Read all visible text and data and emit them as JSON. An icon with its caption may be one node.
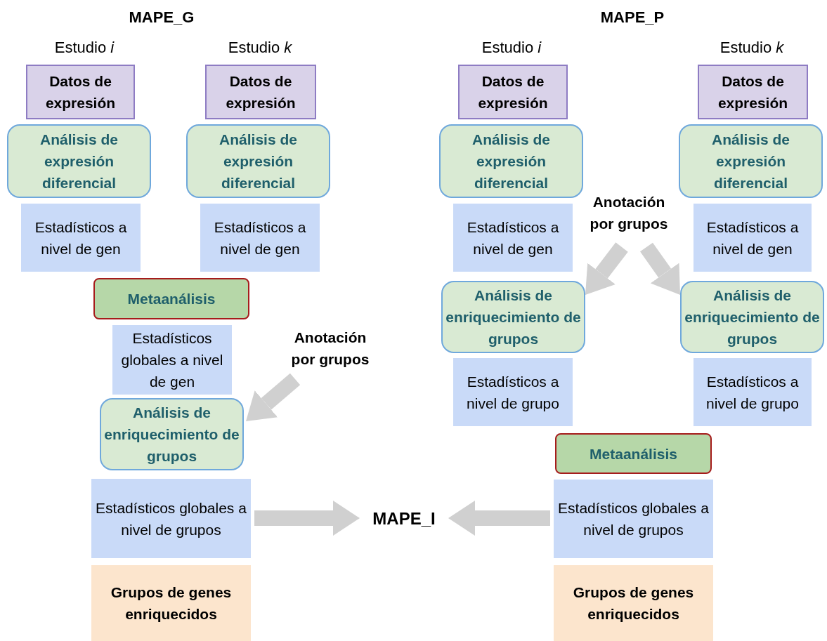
{
  "diagram": {
    "nodes": [
      {
        "text": [
          "Datos de expresión"
        ]
      },
      {
        "text": [
          "Datos de expresión"
        ]
      },
      {
        "text": [
          "Análisis de expresión diferencial"
        ]
      },
      {
        "text": [
          "Análisis de expresión diferencial"
        ]
      },
      {
        "text": [
          "Estadísticos a nivel de gen"
        ]
      },
      {
        "text": [
          "Estadísticos a nivel de gen"
        ]
      },
      {
        "text": [
          "Metaanálisis"
        ]
      },
      {
        "text": [
          "Estadísticos globales a nivel de gen"
        ]
      },
      {
        "text": [
          "Anotación por grupos"
        ]
      },
      {
        "text": [
          "Análisis de enriquecimiento de grupos"
        ]
      },
      {
        "text": [
          "Estadísticos globales a nivel de grupos"
        ]
      },
      {
        "text": [
          "Grupos de genes enriquecidos"
        ]
      },
      {
        "text": [
          "MAPE_I"
        ]
      },
      {
        "text": [
          "Datos de expresión"
        ]
      },
      {
        "text": [
          "Datos de expresión"
        ]
      },
      {
        "text": [
          "Análisis de expresión diferencial"
        ]
      },
      {
        "text": [
          "Análisis de expresión diferencial"
        ]
      },
      {
        "text": [
          "Anotación por grupos"
        ]
      },
      {
        "text": [
          "Estadísticos a nivel de gen"
        ]
      },
      {
        "text": [
          "Estadísticos a nivel de gen"
        ]
      },
      {
        "text": [
          "Análisis de enriquecimiento de grupos"
        ]
      },
      {
        "text": [
          "Análisis de enriquecimiento de grupos"
        ]
      },
      {
        "text": [
          "Estadísticos a nivel de grupo"
        ]
      },
      {
        "text": [
          "Estadísticos a nivel de grupo"
        ]
      },
      {
        "text": [
          "Metaanálisis"
        ]
      },
      {
        "text": [
          "Estadísticos globales a nivel de grupos"
        ]
      },
      {
        "text": [
          "Grupos de genes enriquecidos"
        ]
      }
    ],
    "edges": [
      {
        "from": 8,
        "to": 9,
        "arrow": "to"
      },
      {
        "from": 10,
        "to": 12,
        "arrow": "to"
      },
      {
        "from": 25,
        "to": 12,
        "arrow": "to"
      },
      {
        "from": 17,
        "to": 20,
        "arrow": "to"
      },
      {
        "from": 17,
        "to": 21,
        "arrow": "to"
      }
    ],
    "labels": [
      "MAPE_G",
      "MAPE_P",
      "Estudio *i*",
      "Estudio *k*",
      "Estudio *i*",
      "Estudio *k*"
    ]
  }
}
